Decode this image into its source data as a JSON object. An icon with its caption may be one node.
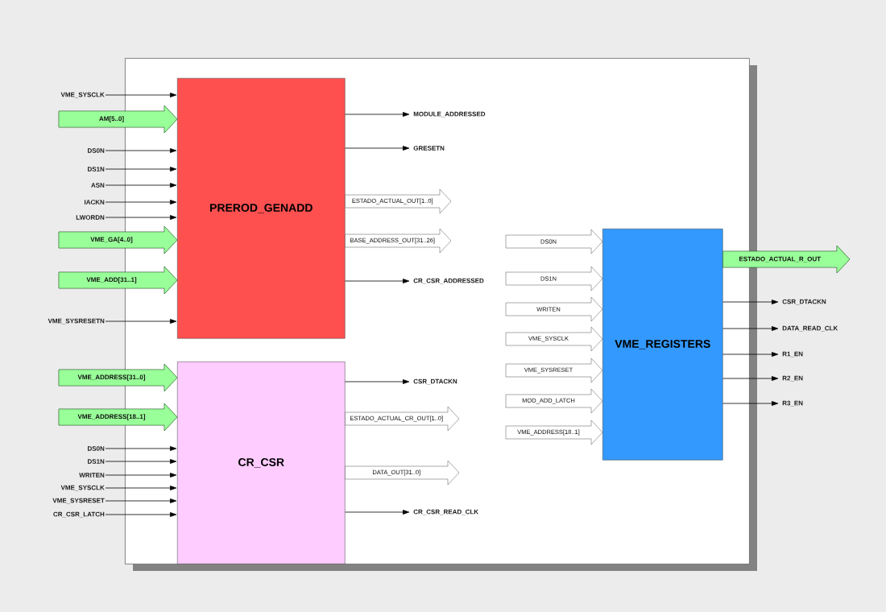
{
  "diagram": {
    "nodes": [
      {
        "text": [],
        "shape": "box"
      },
      {
        "text": [
          "PREROD_GENADD"
        ],
        "in": 0
      },
      {
        "text": [
          "CR_CSR"
        ],
        "in": 0
      },
      {
        "text": [
          "VME_REGISTERS"
        ],
        "in": 0
      },
      {
        "text": [
          "VME_SYSCLK"
        ]
      },
      {
        "text": [
          "DS0N"
        ]
      },
      {
        "text": [
          "DS1N"
        ]
      },
      {
        "text": [
          "ASN"
        ]
      },
      {
        "text": [
          "IACKN"
        ]
      },
      {
        "text": [
          "LWORDN"
        ]
      },
      {
        "text": [
          "VME_SYSRESETN"
        ]
      },
      {
        "text": [
          "MODULE_ADDRESSED"
        ],
        "in": 0
      },
      {
        "text": [
          "GRESETN"
        ],
        "in": 0
      },
      {
        "text": [
          "CR_CSR_ADDRESSED"
        ],
        "in": 0
      },
      {
        "text": [
          "DS0N"
        ]
      },
      {
        "text": [
          "DS1N"
        ]
      },
      {
        "text": [
          "WRITEN"
        ]
      },
      {
        "text": [
          "VME_SYSCLK"
        ]
      },
      {
        "text": [
          "VME_SYSRESET"
        ]
      },
      {
        "text": [
          "CR_CSR_LATCH"
        ]
      },
      {
        "text": [
          "CSR_DTACKN"
        ],
        "in": 0
      },
      {
        "text": [
          "CR_CSR_READ_CLK"
        ],
        "in": 0
      },
      {
        "text": [
          "CSR_DTACKN"
        ]
      },
      {
        "text": [
          "DATA_READ_CLK"
        ]
      },
      {
        "text": [
          "R1_EN"
        ]
      },
      {
        "text": [
          "R2_EN"
        ]
      },
      {
        "text": [
          "R3_EN"
        ]
      }
    ],
    "edges": [
      {
        "from": null,
        "to": 1,
        "arrow": "to",
        "label": "AM[5..0]",
        "style": "thick",
        "color": "#99ff99"
      },
      {
        "from": 4,
        "to": 1,
        "arrow": "to"
      },
      {
        "from": 5,
        "to": 1,
        "arrow": "to"
      },
      {
        "from": 6,
        "to": 1,
        "arrow": "to"
      },
      {
        "from": 7,
        "to": 1,
        "arrow": "to"
      },
      {
        "from": 8,
        "to": 1,
        "arrow": "to"
      },
      {
        "from": 9,
        "to": 1,
        "arrow": "to"
      },
      {
        "from": null,
        "to": 1,
        "arrow": "to",
        "label": "VME_GA[4..0]",
        "style": "thick",
        "color": "#99ff99"
      },
      {
        "from": null,
        "to": 1,
        "arrow": "to",
        "label": "VME_ADD[31..1]",
        "style": "thick",
        "color": "#99ff99"
      },
      {
        "from": 10,
        "to": 1,
        "arrow": "to"
      },
      {
        "from": 1,
        "to": 11,
        "arrow": "to"
      },
      {
        "from": 1,
        "to": 12,
        "arrow": "to"
      },
      {
        "from": 1,
        "to": null,
        "arrow": "to",
        "label": "ESTADO_ACTUAL_OUT[1..0]",
        "style": "thick"
      },
      {
        "from": 1,
        "to": null,
        "arrow": "to",
        "label": "BASE_ADDRESS_OUT[31..26]",
        "style": "thick"
      },
      {
        "from": 1,
        "to": 13,
        "arrow": "to"
      },
      {
        "from": null,
        "to": 2,
        "arrow": "to",
        "label": "VME_ADDRESS[31..0]",
        "style": "thick",
        "color": "#99ff99"
      },
      {
        "from": null,
        "to": 2,
        "arrow": "to",
        "label": "VME_ADDRESS[18..1]",
        "style": "thick",
        "color": "#99ff99"
      },
      {
        "from": 14,
        "to": 2,
        "arrow": "to"
      },
      {
        "from": 15,
        "to": 2,
        "arrow": "to"
      },
      {
        "from": 16,
        "to": 2,
        "arrow": "to"
      },
      {
        "from": 17,
        "to": 2,
        "arrow": "to"
      },
      {
        "from": 18,
        "to": 2,
        "arrow": "to"
      },
      {
        "from": 19,
        "to": 2,
        "arrow": "to"
      },
      {
        "from": 2,
        "to": 20,
        "arrow": "to"
      },
      {
        "from": 2,
        "to": null,
        "arrow": "to",
        "label": "ESTADO_ACTUAL_CR_OUT[1..0]",
        "style": "thick"
      },
      {
        "from": 2,
        "to": null,
        "arrow": "to",
        "label": "DATA_OUT[31..0]",
        "style": "thick"
      },
      {
        "from": 2,
        "to": 21,
        "arrow": "to"
      },
      {
        "from": null,
        "to": 3,
        "arrow": "to",
        "label": "DS0N",
        "style": "thick"
      },
      {
        "from": null,
        "to": 3,
        "arrow": "to",
        "label": "DS1N",
        "style": "thick"
      },
      {
        "from": null,
        "to": 3,
        "arrow": "to",
        "label": "WRITEN",
        "style": "thick"
      },
      {
        "from": null,
        "to": 3,
        "arrow": "to",
        "label": "VME_SYSCLK",
        "style": "thick"
      },
      {
        "from": null,
        "to": 3,
        "arrow": "to",
        "label": "VME_SYSRESET",
        "style": "thick"
      },
      {
        "from": null,
        "to": 3,
        "arrow": "to",
        "label": "MOD_ADD_LATCH",
        "style": "thick"
      },
      {
        "from": null,
        "to": 3,
        "arrow": "to",
        "label": "VME_ADDRESS[18..1]",
        "style": "thick"
      },
      {
        "from": 3,
        "to": null,
        "arrow": "to",
        "label": "ESTADO_ACTUAL_R_OUT",
        "style": "thick",
        "color": "#99ff99"
      },
      {
        "from": 3,
        "to": 22,
        "arrow": "to"
      },
      {
        "from": 3,
        "to": 23,
        "arrow": "to"
      },
      {
        "from": 3,
        "to": 24,
        "arrow": "to"
      },
      {
        "from": 3,
        "to": 25,
        "arrow": "to"
      },
      {
        "from": 3,
        "to": 26,
        "arrow": "to"
      }
    ]
  }
}
